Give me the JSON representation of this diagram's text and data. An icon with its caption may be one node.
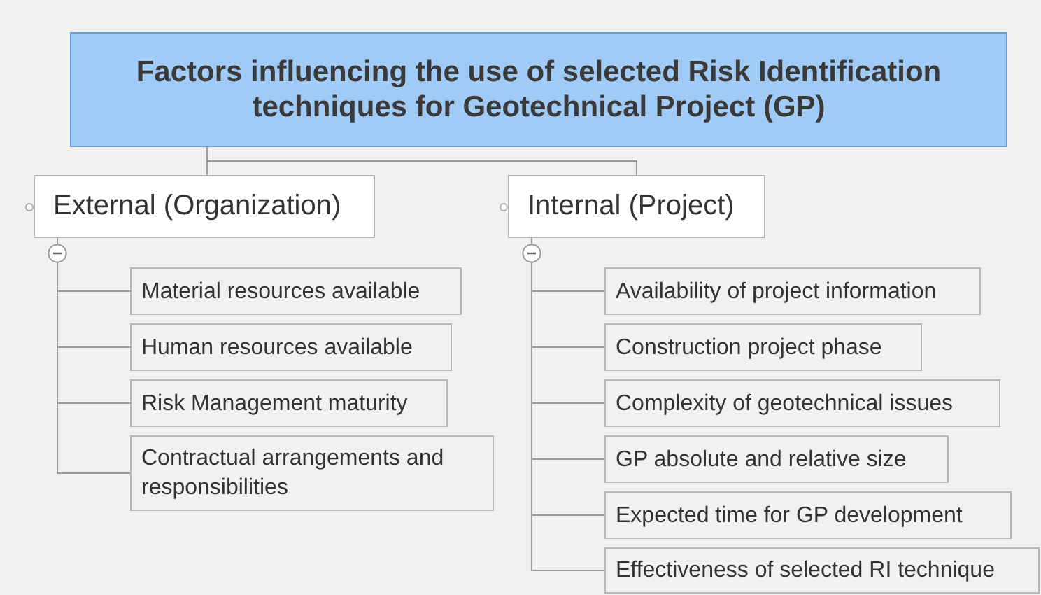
{
  "diagram": {
    "nodes": [
      {
        "text": [
          "Factors influencing the use of selected Risk Identification techniques for Geotechnical Project (GP)"
        ]
      },
      {
        "text": [
          "External (Organization)"
        ]
      },
      {
        "text": [
          "Internal (Project)"
        ]
      },
      {
        "text": [
          "Material resources available"
        ]
      },
      {
        "text": [
          "Human resources available"
        ]
      },
      {
        "text": [
          "Risk Management maturity"
        ]
      },
      {
        "text": [
          "Contractual arrangements and responsibilities"
        ]
      },
      {
        "text": [
          "Availability of project information"
        ]
      },
      {
        "text": [
          "Construction project phase"
        ]
      },
      {
        "text": [
          "Complexity of geotechnical issues"
        ]
      },
      {
        "text": [
          "GP absolute and relative size"
        ]
      },
      {
        "text": [
          "Expected time for GP development"
        ]
      },
      {
        "text": [
          "Effectiveness of selected RI technique"
        ]
      }
    ],
    "edges": [
      {
        "from": 0,
        "to": 1,
        "arrow": "none"
      },
      {
        "from": 0,
        "to": 2,
        "arrow": "none"
      },
      {
        "from": 1,
        "to": 3,
        "arrow": "none"
      },
      {
        "from": 1,
        "to": 4,
        "arrow": "none"
      },
      {
        "from": 1,
        "to": 5,
        "arrow": "none"
      },
      {
        "from": 1,
        "to": 6,
        "arrow": "none"
      },
      {
        "from": 2,
        "to": 7,
        "arrow": "none"
      },
      {
        "from": 2,
        "to": 8,
        "arrow": "none"
      },
      {
        "from": 2,
        "to": 9,
        "arrow": "none"
      },
      {
        "from": 2,
        "to": 10,
        "arrow": "none"
      },
      {
        "from": 2,
        "to": 11,
        "arrow": "none"
      },
      {
        "from": 2,
        "to": 12,
        "arrow": "none"
      }
    ]
  }
}
